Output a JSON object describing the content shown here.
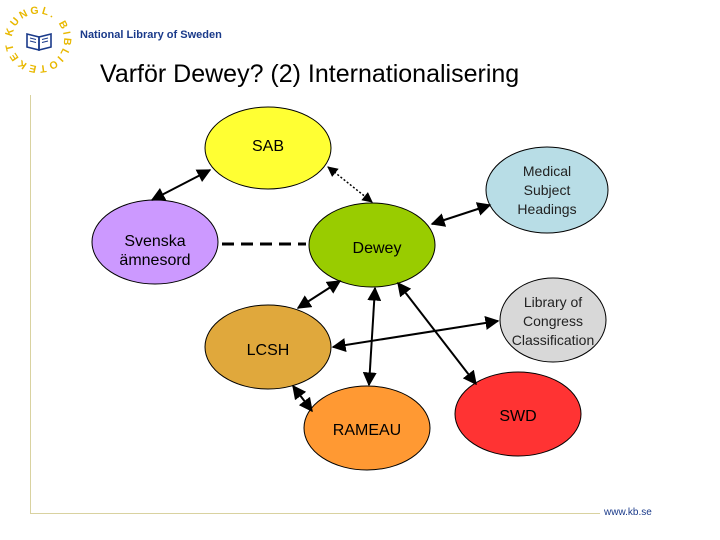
{
  "header": {
    "org_name": "National Library of Sweden",
    "seal_text": "KUNGL. BIBLIOTEKET"
  },
  "title": "Varför Dewey? (2) Internationalisering",
  "footer": {
    "website": "www.kb.se"
  },
  "nodes": {
    "sab": "SAB",
    "mesh": "Medical Subject Headings",
    "svenska": "Svenska ämnesord",
    "dewey": "Dewey",
    "lcc": "Library of Congress Classification",
    "lcsh": "LCSH",
    "rameau": "RAMEAU",
    "swd": "SWD"
  },
  "colors": {
    "sab": "#ffff33",
    "mesh": "#b8dde6",
    "svenska": "#cc99ff",
    "dewey": "#99cc00",
    "lcc": "#d8d8d8",
    "lcsh": "#e0a83c",
    "rameau": "#ff9933",
    "swd": "#ff3333",
    "brand": "#1a3a8a",
    "seal": "#e8b800"
  }
}
